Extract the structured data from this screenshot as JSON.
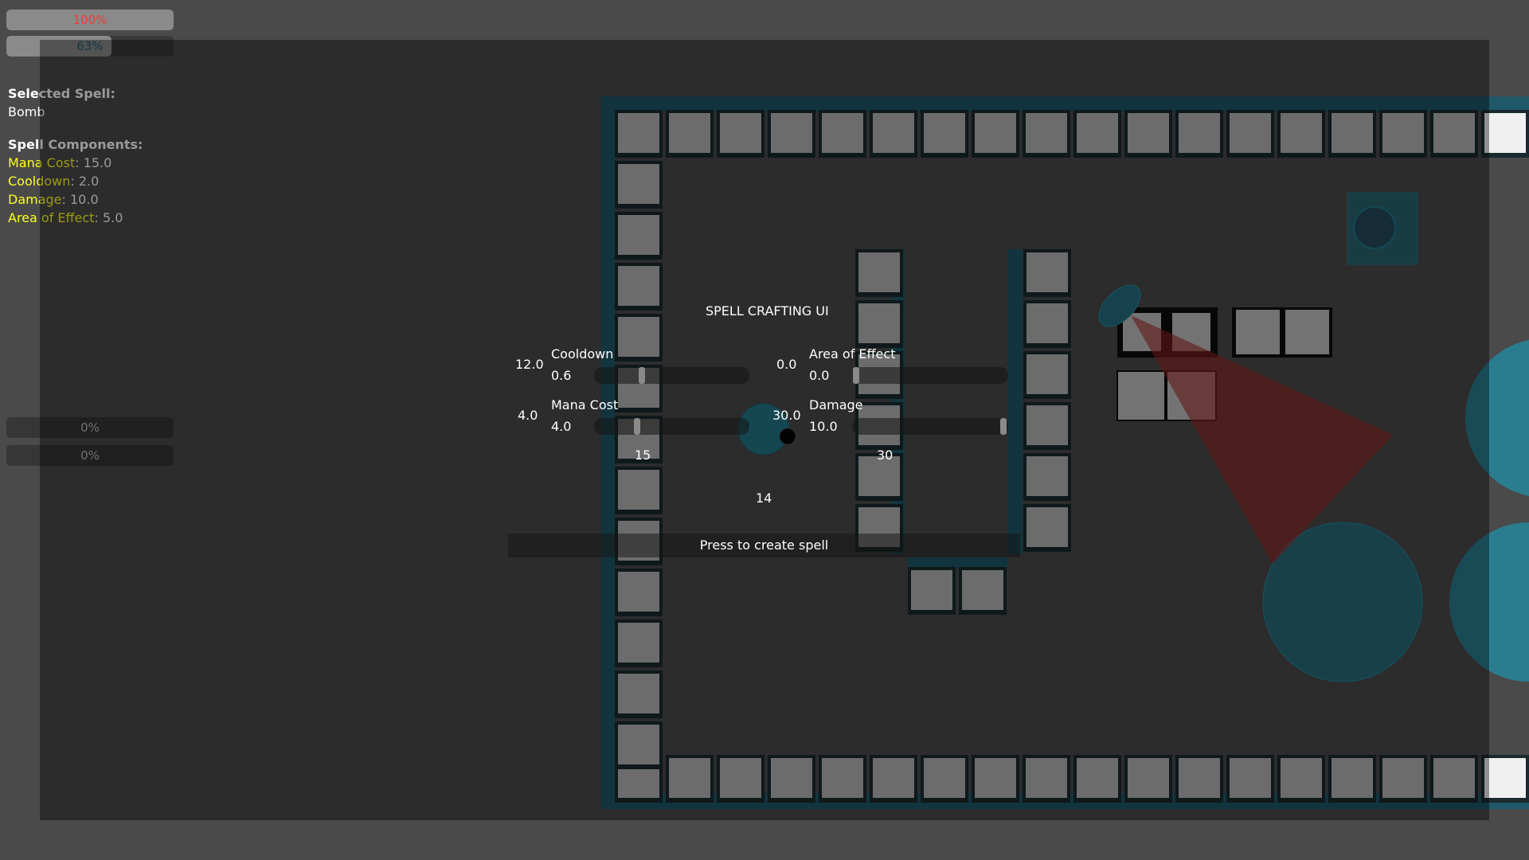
{
  "hud": {
    "health_bar": {
      "label": "100%",
      "value": 100,
      "text_color": "#e8403a"
    },
    "mana_bar": {
      "label": "63%",
      "value": 63,
      "text_color": "#1f5f70"
    },
    "selected_spell_label": "Selected Spell:",
    "selected_spell": "Bomb",
    "components_label": "Spell Components:",
    "components": [
      {
        "name": "Mana Cost",
        "value": ": 15.0"
      },
      {
        "name": "Cooldown",
        "value": ": 2.0"
      },
      {
        "name": "Damage",
        "value": ": 10.0"
      },
      {
        "name": "Area of Effect",
        "value": ": 5.0"
      }
    ],
    "cooldown_bars": [
      {
        "label": "0%",
        "value": 0
      },
      {
        "label": "0%",
        "value": 0
      }
    ]
  },
  "crafting": {
    "title": "SPELL CRAFTING UI",
    "sliders": [
      {
        "name": "Cooldown",
        "side_value": "12.0",
        "value_text": "0.6",
        "fraction": 0.3
      },
      {
        "name": "Area of Effect",
        "side_value": "0.0",
        "value_text": "0.0",
        "fraction": 0.0
      },
      {
        "name": "Mana Cost",
        "side_value": "4.0",
        "value_text": "4.0",
        "fraction": 0.27
      },
      {
        "name": "Damage",
        "side_value": "30.0",
        "value_text": "10.0",
        "fraction": 1.0
      }
    ],
    "total_left": "15",
    "total_right": "30",
    "total_center": "14",
    "create_button": "Press to create spell"
  },
  "colors": {
    "wall": "#1f5868",
    "tile": "#b4b4b4",
    "cone": "#8a2a26",
    "water": "#2a8ea0"
  }
}
